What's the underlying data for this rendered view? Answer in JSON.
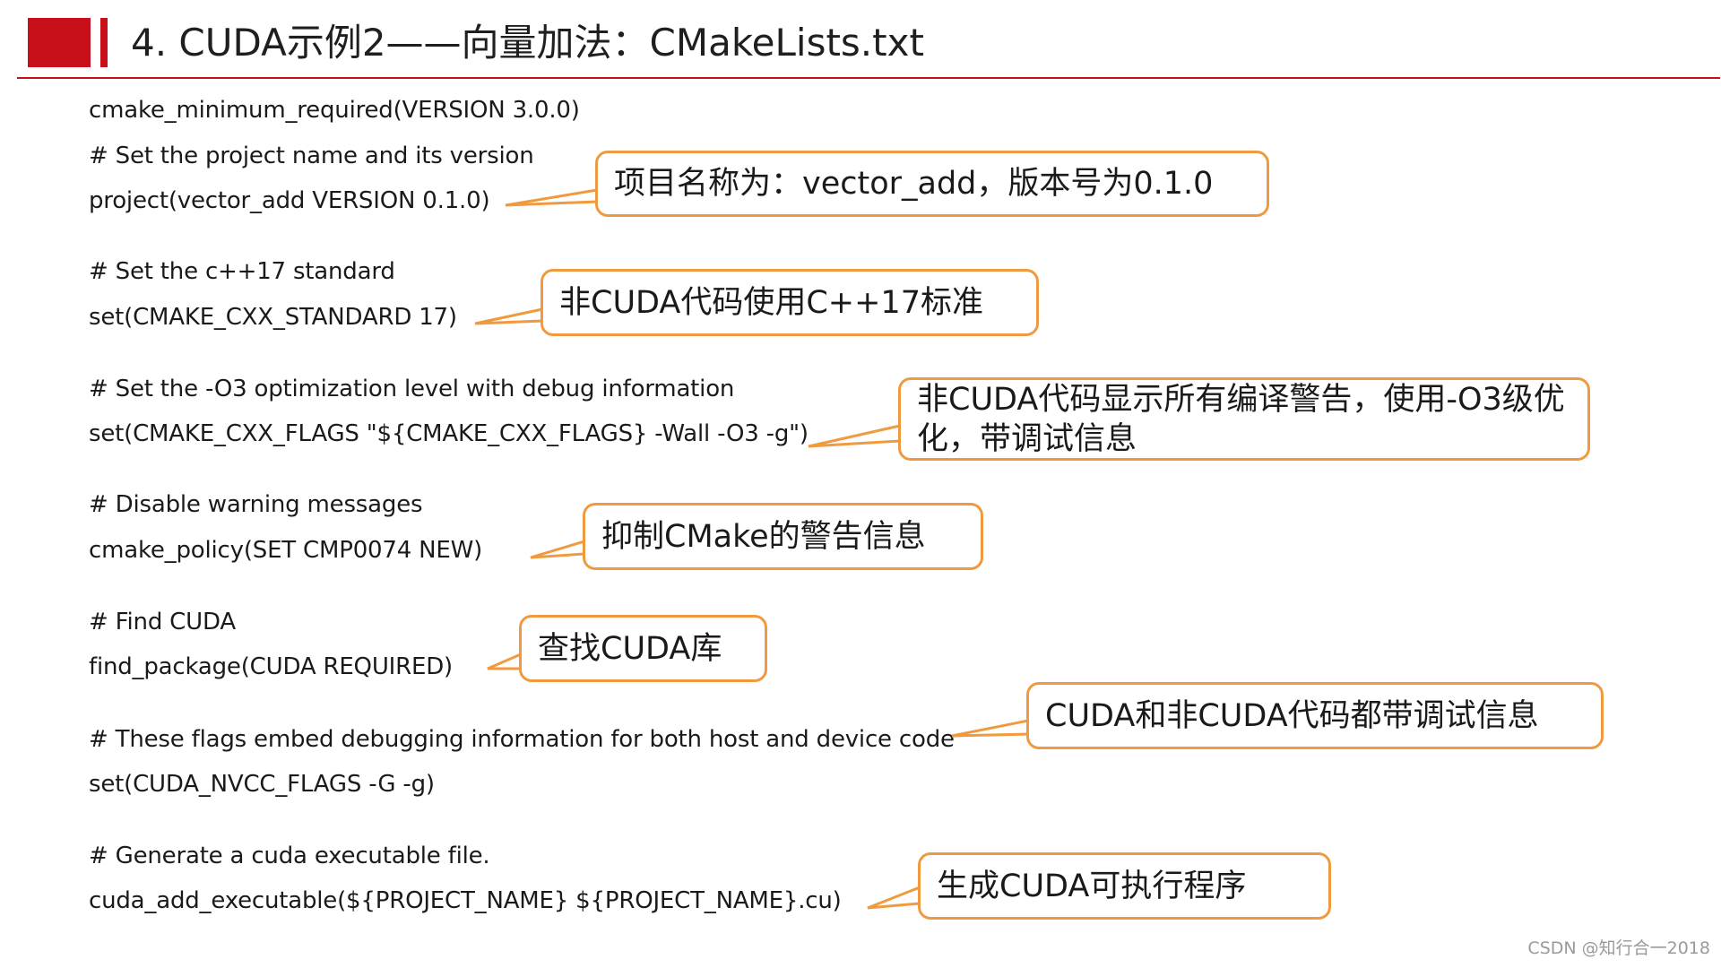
{
  "header": {
    "title": "4. CUDA示例2——向量加法：CMakeLists.txt"
  },
  "code_lines": [
    "cmake_minimum_required(VERSION 3.0.0)",
    "# Set the project name and its version",
    "project(vector_add VERSION 0.1.0)",
    "# Set the c++17 standard",
    "set(CMAKE_CXX_STANDARD 17)",
    "# Set the -O3 optimization level with debug information",
    "set(CMAKE_CXX_FLAGS \"${CMAKE_CXX_FLAGS} -Wall -O3 -g\")",
    "# Disable warning messages",
    "cmake_policy(SET CMP0074 NEW)",
    "# Find CUDA",
    "find_package(CUDA REQUIRED)",
    "# These flags embed debugging information for both host and device code",
    "set(CUDA_NVCC_FLAGS -G -g)",
    "# Generate a cuda executable file.",
    "cuda_add_executable(${PROJECT_NAME} ${PROJECT_NAME}.cu)"
  ],
  "callouts": [
    "项目名称为：vector_add，版本号为0.1.0",
    "非CUDA代码使用C++17标准",
    "非CUDA代码显示所有编译警告，使用-O3级优化，带调试信息",
    "抑制CMake的警告信息",
    "查找CUDA库",
    "CUDA和非CUDA代码都带调试信息",
    "生成CUDA可执行程序"
  ],
  "colors": {
    "accent_red": "#c8101a",
    "callout_border": "#f09a3f"
  },
  "watermark": "CSDN @知行合一2018"
}
